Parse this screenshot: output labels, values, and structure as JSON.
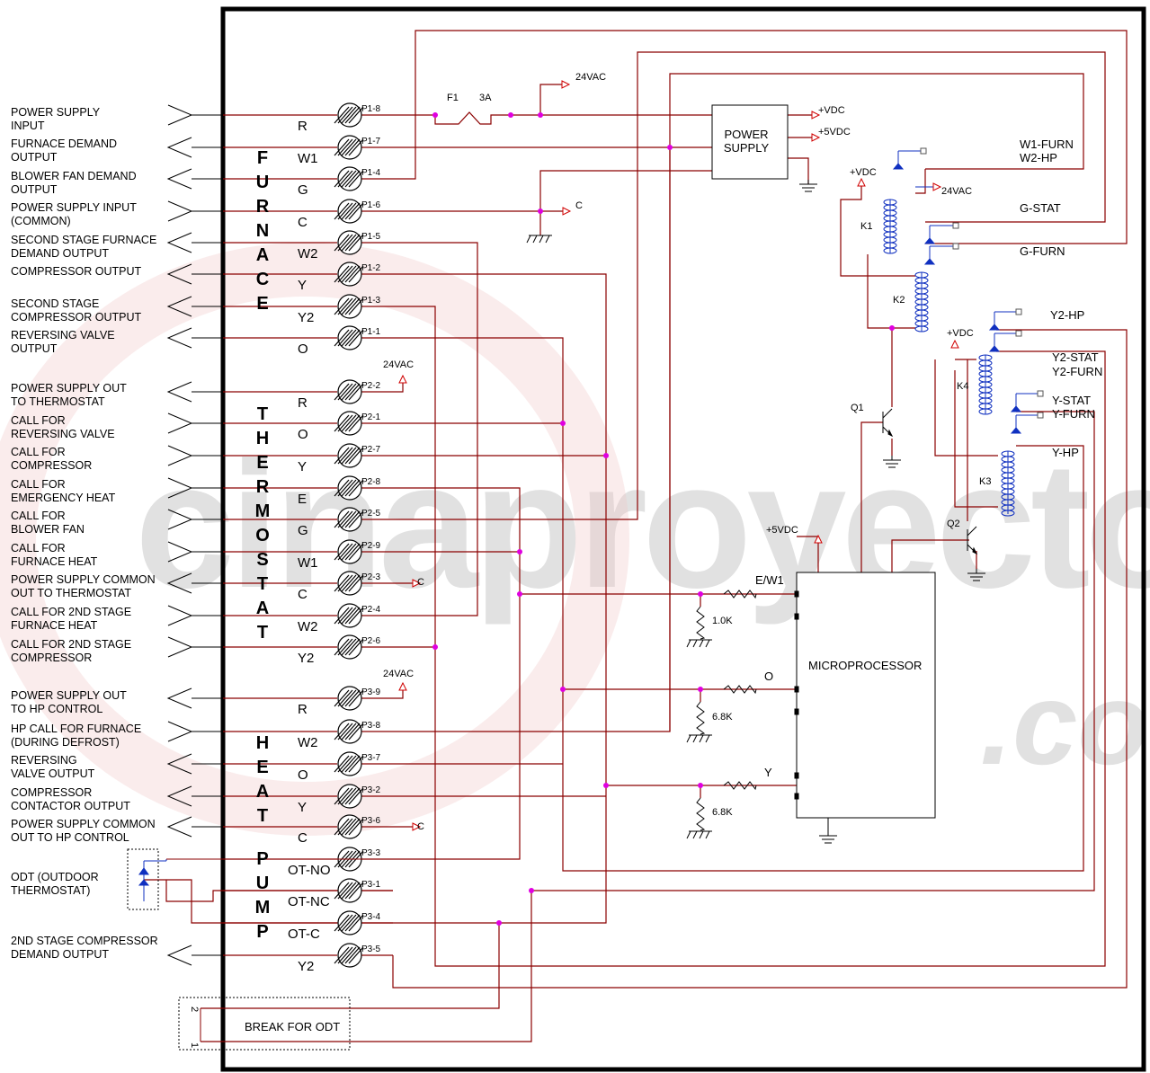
{
  "watermark": {
    "line1": "cinaproyecto",
    "line2": ".co"
  },
  "left_labels": [
    "POWER SUPPLY\nINPUT",
    "FURNACE DEMAND\nOUTPUT",
    "BLOWER FAN DEMAND\nOUTPUT",
    "POWER SUPPLY INPUT\n(COMMON)",
    "SECOND STAGE FURNACE\nDEMAND OUTPUT",
    "COMPRESSOR OUTPUT",
    "SECOND STAGE\nCOMPRESSOR OUTPUT",
    "REVERSING VALVE\nOUTPUT",
    "POWER SUPPLY OUT\nTO THERMOSTAT",
    "CALL FOR\nREVERSING VALVE",
    "CALL FOR\nCOMPRESSOR",
    "CALL FOR\nEMERGENCY HEAT",
    "CALL FOR\nBLOWER FAN",
    "CALL FOR\nFURNACE HEAT",
    "POWER SUPPLY COMMON\nOUT TO THERMOSTAT",
    "CALL FOR 2ND STAGE\nFURNACE HEAT",
    "CALL FOR 2ND STAGE\nCOMPRESSOR",
    "POWER SUPPLY OUT\nTO HP CONTROL",
    "HP CALL FOR FURNACE\n(DURING DEFROST)",
    "REVERSING\nVALVE OUTPUT",
    "COMPRESSOR\nCONTACTOR OUTPUT",
    "POWER SUPPLY COMMON\nOUT TO HP CONTROL",
    "ODT (OUTDOOR\nTHERMOSTAT)",
    "2ND STAGE COMPRESSOR\nDEMAND OUTPUT"
  ],
  "terminals": [
    "R",
    "W1",
    "G",
    "C",
    "W2",
    "Y",
    "Y2",
    "O",
    "R",
    "O",
    "Y",
    "E",
    "G",
    "W1",
    "C",
    "W2",
    "Y2",
    "R",
    "W2",
    "O",
    "Y",
    "C",
    "OT-NO",
    "OT-NC",
    "OT-C",
    "Y2"
  ],
  "pins": [
    "P1-8",
    "P1-7",
    "P1-4",
    "P1-6",
    "P1-5",
    "P1-2",
    "P1-3",
    "P1-1",
    "P2-2",
    "P2-1",
    "P2-7",
    "P2-8",
    "P2-5",
    "P2-9",
    "P2-3",
    "P2-4",
    "P2-6",
    "P3-9",
    "P3-8",
    "P3-7",
    "P3-2",
    "P3-6",
    "P3-3",
    "P3-1",
    "P3-4",
    "P3-5"
  ],
  "sections": {
    "furnace": "F\nU\nR\nN\nA\nC\nE",
    "thermostat": "T\nH\nE\nR\nM\nO\nS\nT\nA\nT",
    "heat": "H\nE\nA\nT",
    "pump": "P\nU\nM\nP"
  },
  "components": {
    "fuse": "F1",
    "fuse_rating": "3A",
    "power_supply": "POWER\nSUPPLY",
    "microprocessor": "MICROPROCESSOR",
    "k1": "K1",
    "k2": "K2",
    "k3": "K3",
    "k4": "K4",
    "q1": "Q1",
    "q2": "Q2",
    "r1": "1.0K",
    "r2": "6.8K",
    "r3": "6.8K",
    "in_ew1": "E/W1",
    "in_o": "O",
    "in_y": "Y",
    "break_odt": "BREAK FOR ODT",
    "break_pin2": "2",
    "break_pin1": "1"
  },
  "voltages": {
    "vac24": "24VAC",
    "vdc": "+VDC",
    "vdc5": "+5VDC",
    "c": "C"
  },
  "relay_labels": {
    "w1_furn": "W1-FURN",
    "w2_hp": "W2-HP",
    "g_stat": "G-STAT",
    "g_furn": "G-FURN",
    "y2_hp": "Y2-HP",
    "y2_stat": "Y2-STAT",
    "y2_furn": "Y2-FURN",
    "y_stat": "Y-STAT",
    "y_furn": "Y-FURN",
    "y_hp": "Y-HP"
  }
}
